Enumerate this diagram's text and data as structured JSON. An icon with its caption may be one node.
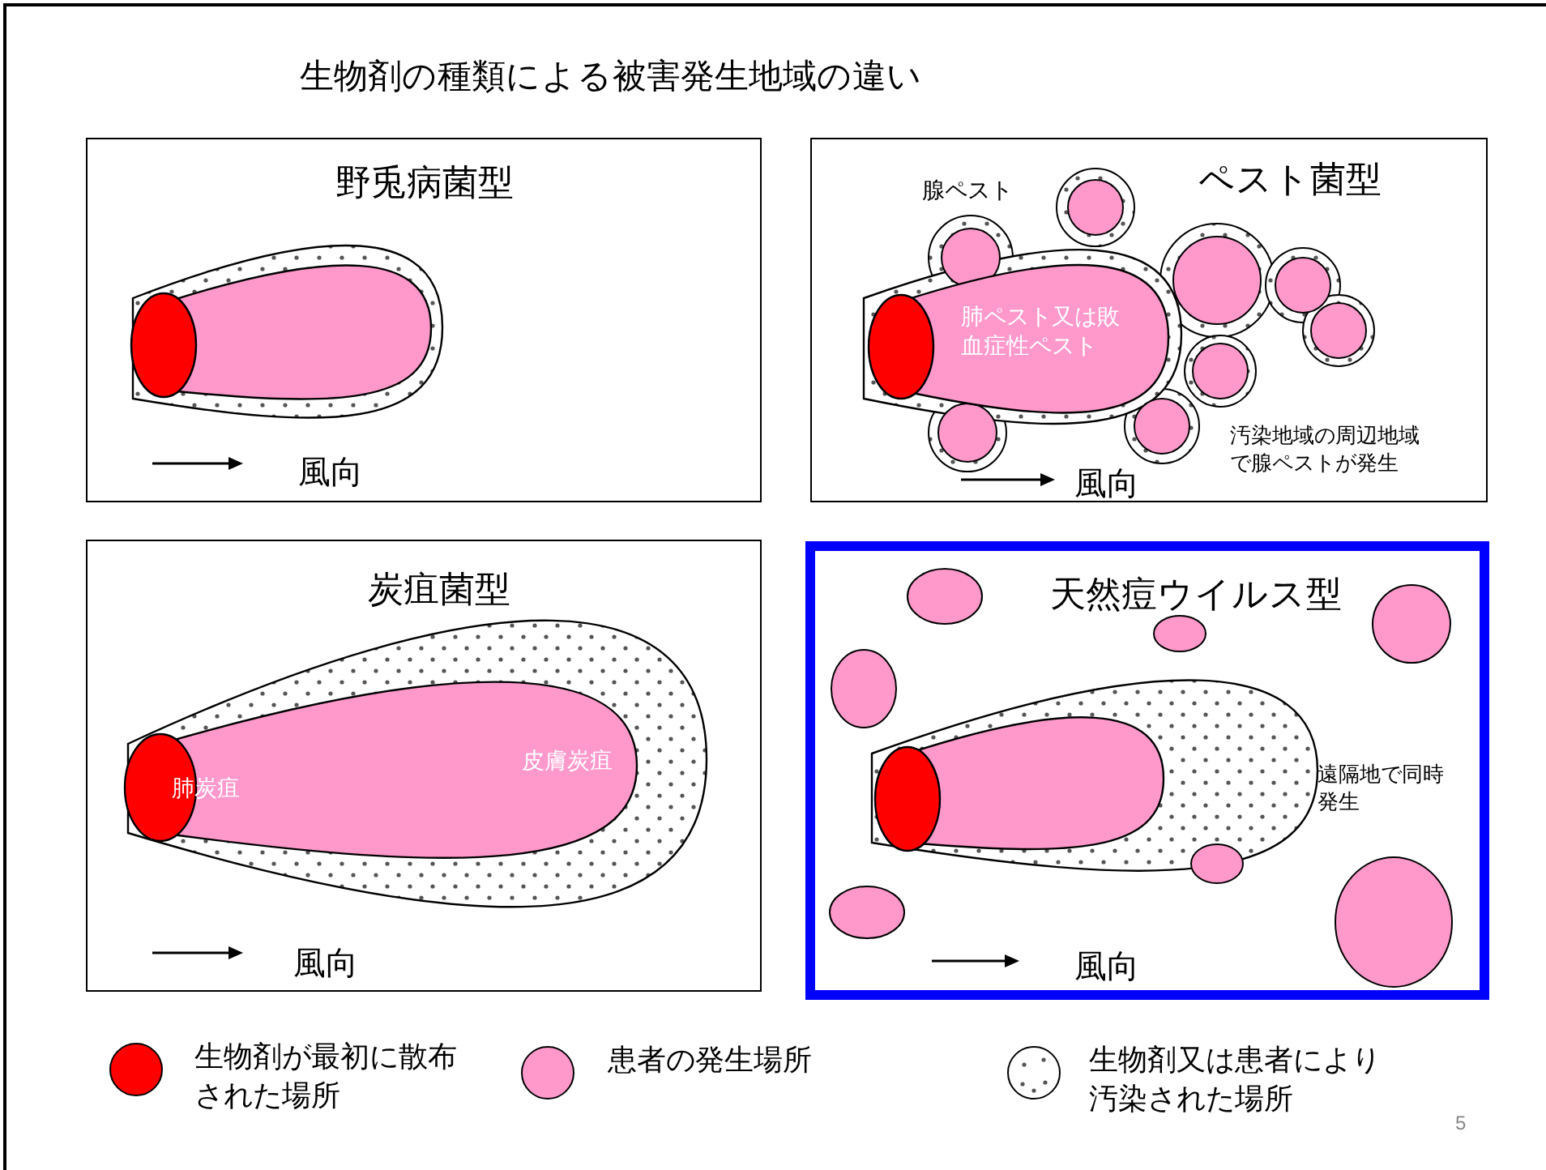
{
  "diagram": {
    "title": "生物剤の種類による被害発生地域の違い",
    "nodes": [
      {
        "text": [
          "野兎病菌型"
        ]
      },
      {
        "text": [
          "ペスト菌型"
        ]
      },
      {
        "text": [
          "炭疽菌型"
        ]
      },
      {
        "text": [
          "天然痘ウイルス型"
        ]
      }
    ],
    "labels": [
      "風向",
      "腺ペスト",
      "肺ペスト又は敗血症性ペスト",
      "汚染地域の周辺地域で腺ペストが発生",
      "風向",
      "肺炭疽",
      "皮膚炭疽",
      "風向",
      "遠隔地で同時発生",
      "風向",
      "5"
    ],
    "legend": [
      {
        "text": "生物剤が最初に散布された場所",
        "color": "#ff0000"
      },
      {
        "text": "患者の発生場所",
        "color": "#ff99cc"
      },
      {
        "text": "生物剤又は患者により汚染された場所"
      }
    ]
  }
}
